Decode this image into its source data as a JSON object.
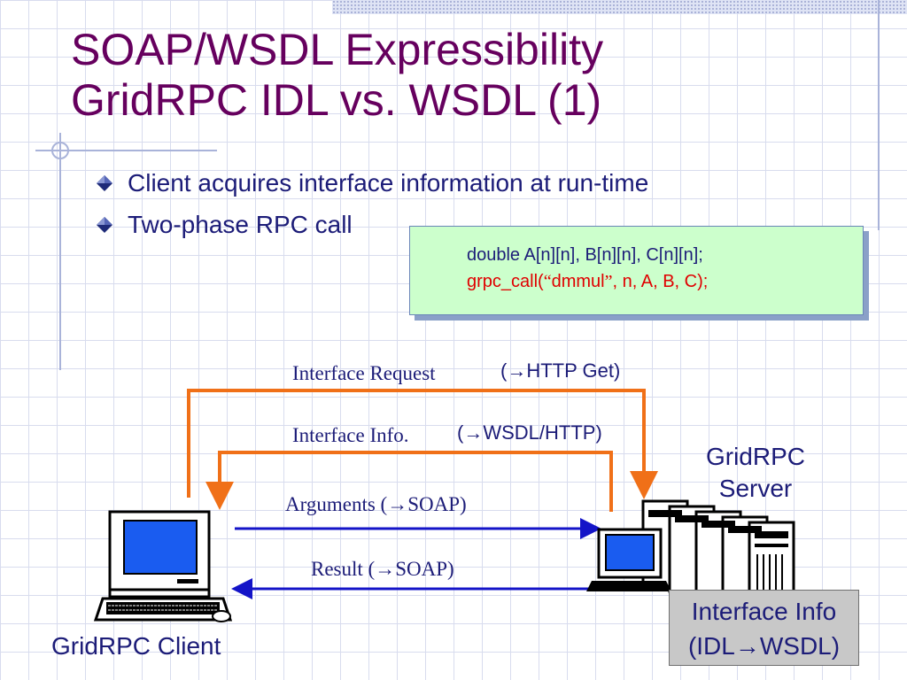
{
  "title": {
    "line1": "SOAP/WSDL Expressibility",
    "line2": "GridRPC IDL vs. WSDL (1)"
  },
  "bullets": [
    "Client acquires interface information at run-time",
    "Two-phase RPC call"
  ],
  "code": {
    "line1": "double A[n][n], B[n][n], C[n][n];",
    "line2_prefix": "grpc_call(",
    "line2_open_quote": "“",
    "line2_name": "dmmul",
    "line2_close_quote": "”",
    "line2_suffix": ", n, A, B, C);"
  },
  "diagram": {
    "interface_request": "Interface Request",
    "http_get": "(→HTTP Get)",
    "interface_info": "Interface Info.",
    "wsdl_http": "(→WSDL/HTTP)",
    "arguments": "Arguments (→SOAP)",
    "result": "Result (→SOAP)",
    "server_line1": "GridRPC",
    "server_line2": "Server",
    "client": "GridRPC Client",
    "idl_line1": "Interface Info",
    "idl_line2": "(IDL→WSDL)"
  },
  "colors": {
    "title": "#66005e",
    "body_text": "#1c1c78",
    "code_highlight": "#e00000",
    "code_box_bg": "#ccffcc",
    "arrow_orange": "#f07018",
    "arrow_blue": "#1414c8",
    "idl_box_bg": "#c8c8c8"
  },
  "icons": {
    "bullet": "diamond-bullet-icon",
    "client": "desktop-computer-icon",
    "server": "server-rack-icon"
  }
}
